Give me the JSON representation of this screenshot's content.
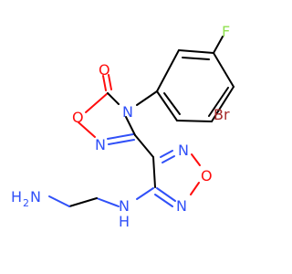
{
  "atoms": {
    "o_carbonyl": "O",
    "o_ring1": "O",
    "n_ring1": "N",
    "n_aryl": "N",
    "f": "F",
    "br": "Br",
    "n_furazan_top": "N",
    "o_furazan": "O",
    "n_furazan_bottom": "N",
    "nh_amine": "N",
    "nh_amine_h": "H",
    "nh2_amine": "H",
    "nh2_sub": "2",
    "nh2_n": "N"
  },
  "colors": {
    "carbon_bond": "#000000",
    "oxygen": "#ff0d0d",
    "nitrogen": "#3050f8",
    "fluorine": "#90e050",
    "bromine": "#a62929"
  }
}
